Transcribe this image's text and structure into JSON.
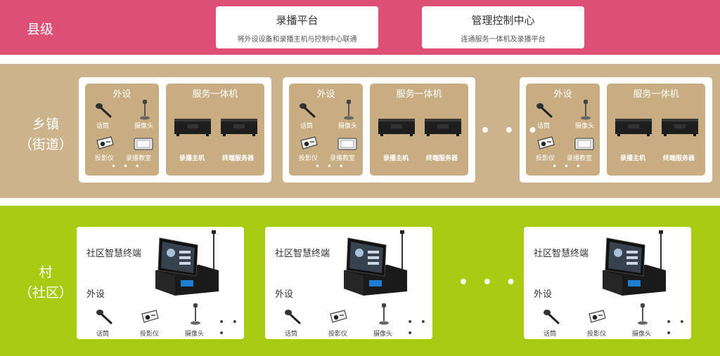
{
  "tiers": {
    "county": "县级",
    "town_line1": "乡镇",
    "town_line2": "（街道）",
    "village_line1": "村",
    "village_line2": "（社区）"
  },
  "county_cards": [
    {
      "title": "录播平台",
      "subtitle": "将外设设备和录播主机与控制中心联通"
    },
    {
      "title": "管理控制中心",
      "subtitle": "连通服务一体机及录播平台"
    }
  ],
  "town_group": {
    "peripherals_title": "外设",
    "server_title": "服务一体机",
    "devices": [
      "话筒",
      "摄像头",
      "投影仪",
      "录播教室"
    ],
    "servers": [
      "录播主机",
      "终端服务器"
    ],
    "more": "• • •"
  },
  "town_between": "• • •",
  "village_card": {
    "terminal_title": "社区智慧终端",
    "peripherals_title": "外设",
    "devices": [
      "话筒",
      "投影仪",
      "摄像头"
    ],
    "more": "• • •"
  },
  "village_between": "• • •",
  "colors": {
    "county_band": "#dd4f75",
    "town_band": "#ccb38b",
    "village_band": "#a8cb13"
  },
  "icons": [
    "microphone-icon",
    "camera-icon",
    "projector-icon",
    "classroom-icon",
    "server-icon",
    "smart-terminal-icon"
  ]
}
